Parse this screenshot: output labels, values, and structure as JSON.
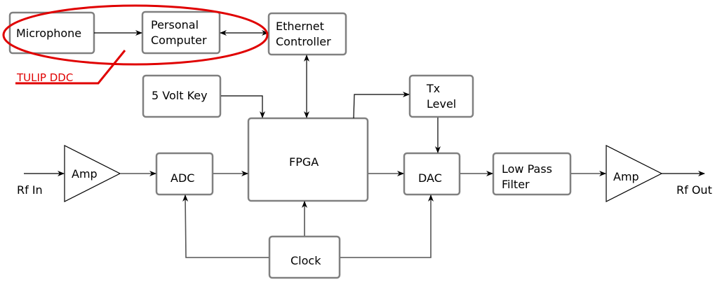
{
  "diagram": {
    "blocks": {
      "microphone": "Microphone",
      "pc_line1": "Personal",
      "pc_line2": "Computer",
      "eth_line1": "Ethernet",
      "eth_line2": "Controller",
      "key": "5 Volt Key",
      "tx_line1": "Tx",
      "tx_line2": "Level",
      "amp_in": "Amp",
      "adc": "ADC",
      "fpga": "FPGA",
      "dac": "DAC",
      "lpf_line1": "Low Pass",
      "lpf_line2": "Filter",
      "amp_out": "Amp",
      "clock": "Clock"
    },
    "labels": {
      "rf_in": "Rf In",
      "rf_out": "Rf Out"
    },
    "annotation": {
      "text": "TULIP DDC",
      "color": "#e00000"
    }
  }
}
